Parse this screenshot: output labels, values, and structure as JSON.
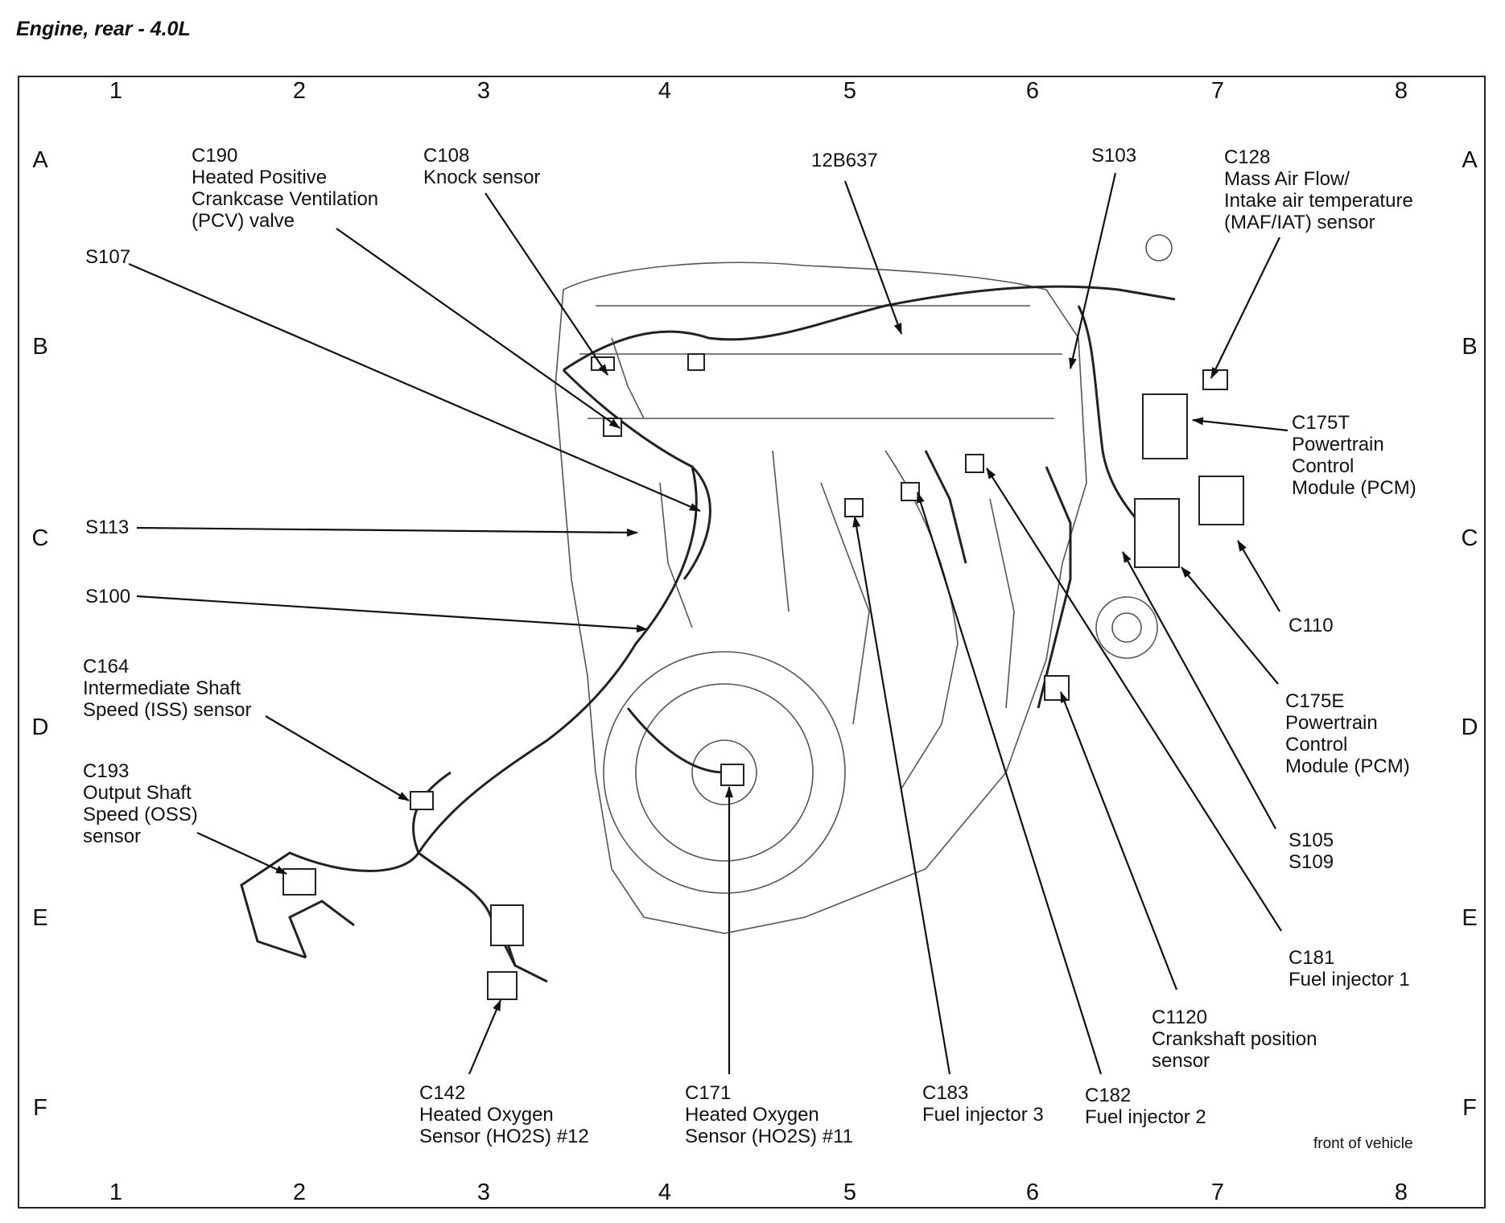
{
  "title": "Engine, rear - 4.0L",
  "grid": {
    "columns": [
      "1",
      "2",
      "3",
      "4",
      "5",
      "6",
      "7",
      "8"
    ],
    "rows": [
      "A",
      "B",
      "C",
      "D",
      "E",
      "F"
    ]
  },
  "callouts": [
    {
      "id": "c190",
      "lines": [
        "C190",
        "Heated Positive",
        "Crankcase Ventilation",
        "(PCV) valve"
      ]
    },
    {
      "id": "c108",
      "lines": [
        "C108",
        "Knock sensor"
      ]
    },
    {
      "id": "12b637",
      "lines": [
        "12B637"
      ]
    },
    {
      "id": "s103",
      "lines": [
        "S103"
      ]
    },
    {
      "id": "c128",
      "lines": [
        "C128",
        "Mass Air Flow/",
        "Intake air temperature",
        "(MAF/IAT) sensor"
      ]
    },
    {
      "id": "s107",
      "lines": [
        "S107"
      ]
    },
    {
      "id": "c175t",
      "lines": [
        "C175T",
        "Powertrain",
        "Control",
        "Module (PCM)"
      ]
    },
    {
      "id": "s113",
      "lines": [
        "S113"
      ]
    },
    {
      "id": "s100",
      "lines": [
        "S100"
      ]
    },
    {
      "id": "c110",
      "lines": [
        "C110"
      ]
    },
    {
      "id": "c164",
      "lines": [
        "C164",
        "Intermediate Shaft",
        "Speed (ISS) sensor"
      ]
    },
    {
      "id": "c175e",
      "lines": [
        "C175E",
        "Powertrain",
        "Control",
        "Module (PCM)"
      ]
    },
    {
      "id": "c193",
      "lines": [
        "C193",
        "Output Shaft",
        "Speed (OSS)",
        "sensor"
      ]
    },
    {
      "id": "s105",
      "lines": [
        "S105",
        "S109"
      ]
    },
    {
      "id": "c181",
      "lines": [
        "C181",
        "Fuel injector 1"
      ]
    },
    {
      "id": "c1120",
      "lines": [
        "C1120",
        "Crankshaft position",
        "sensor"
      ]
    },
    {
      "id": "c142",
      "lines": [
        "C142",
        "Heated Oxygen",
        "Sensor (HO2S) #12"
      ]
    },
    {
      "id": "c171",
      "lines": [
        "C171",
        "Heated Oxygen",
        "Sensor (HO2S) #11"
      ]
    },
    {
      "id": "c183",
      "lines": [
        "C183",
        "Fuel injector 3"
      ]
    },
    {
      "id": "c182",
      "lines": [
        "C182",
        "Fuel injector 2"
      ]
    }
  ],
  "footnote": "front of vehicle"
}
